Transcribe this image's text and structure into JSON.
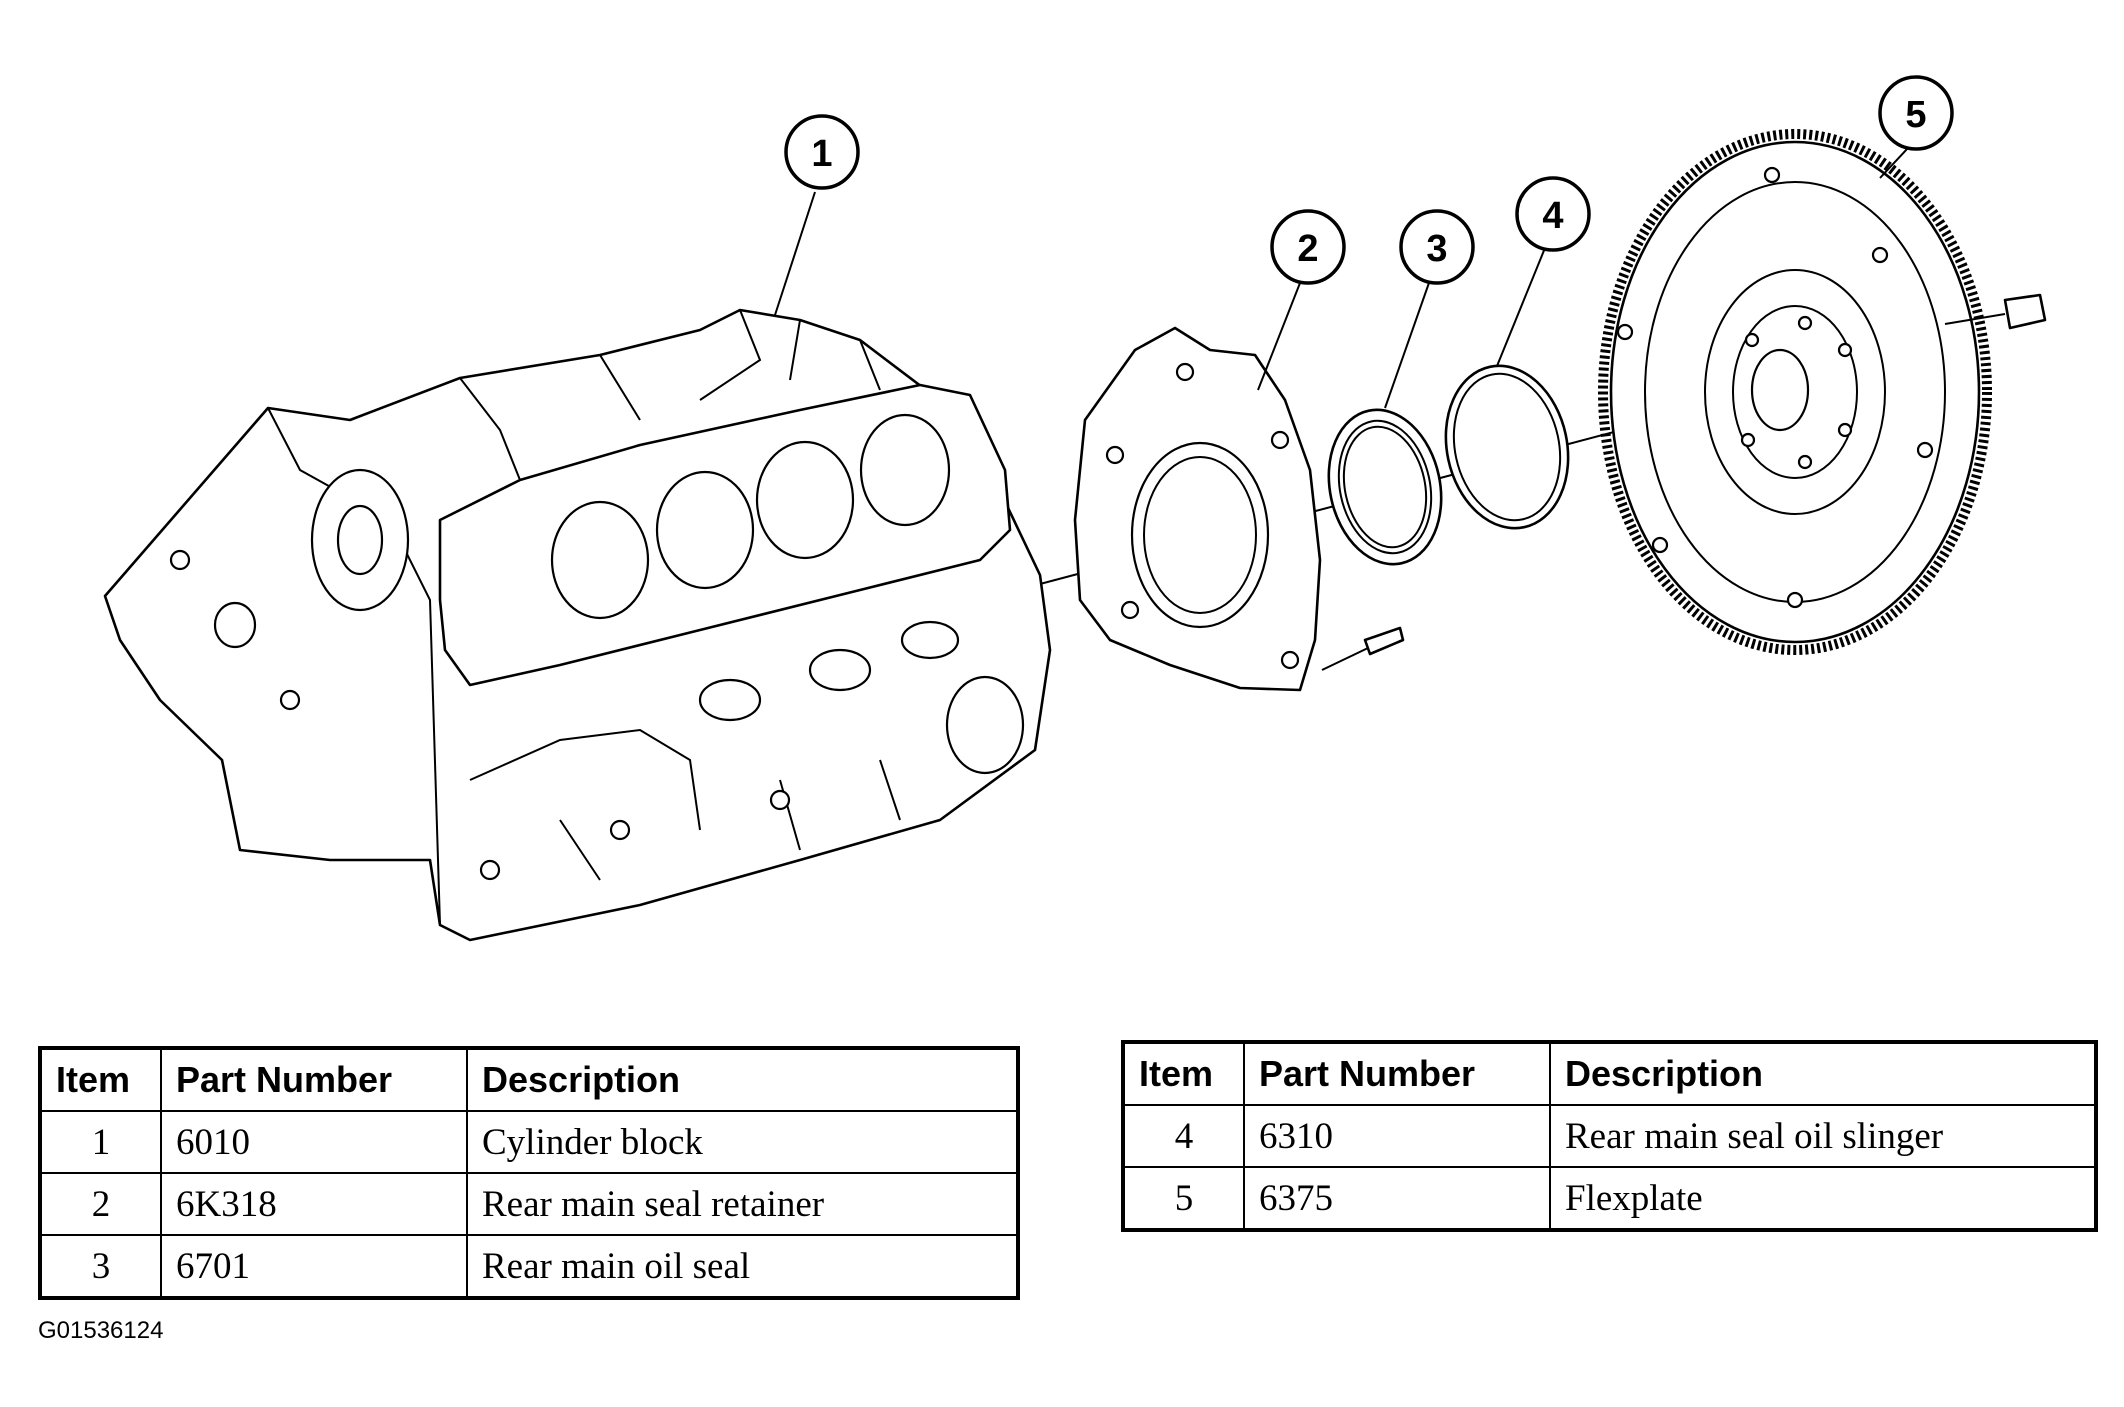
{
  "callouts": [
    "1",
    "2",
    "3",
    "4",
    "5"
  ],
  "table_headers": {
    "item": "Item",
    "part_number": "Part Number",
    "description": "Description"
  },
  "parts_left": [
    {
      "item": "1",
      "part_number": "6010",
      "description": "Cylinder block"
    },
    {
      "item": "2",
      "part_number": "6K318",
      "description": "Rear main seal retainer"
    },
    {
      "item": "3",
      "part_number": "6701",
      "description": "Rear main oil seal"
    }
  ],
  "parts_right": [
    {
      "item": "4",
      "part_number": "6310",
      "description": "Rear main seal oil slinger"
    },
    {
      "item": "5",
      "part_number": "6375",
      "description": "Flexplate"
    }
  ],
  "figure_id": "G01536124"
}
